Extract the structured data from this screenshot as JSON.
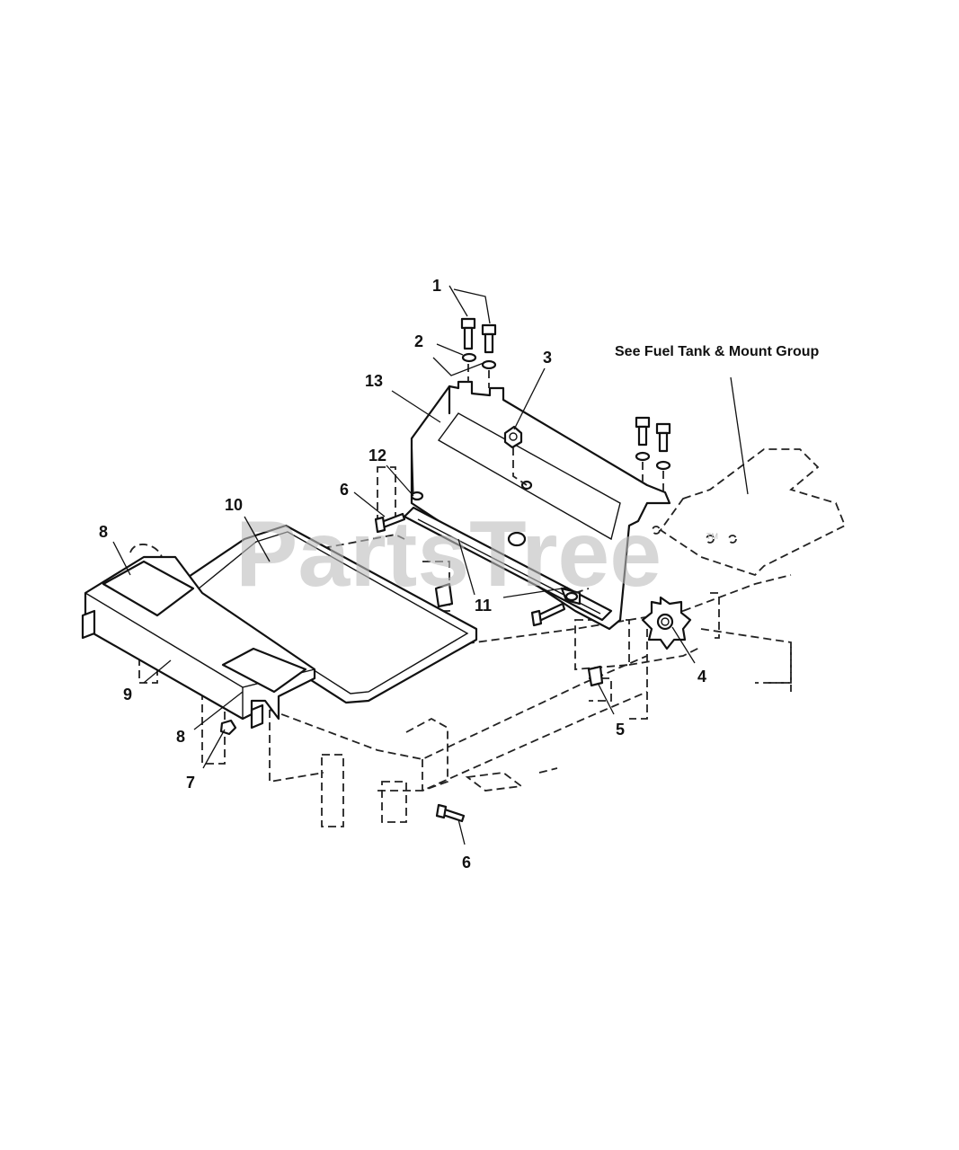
{
  "callouts": {
    "c1": "1",
    "c2": "2",
    "c3": "3",
    "c4": "4",
    "c5": "5",
    "c6a": "6",
    "c6b": "6",
    "c7": "7",
    "c8a": "8",
    "c8b": "8",
    "c9": "9",
    "c10": "10",
    "c11": "11",
    "c12": "12",
    "c13": "13"
  },
  "note": "See Fuel Tank & Mount Group",
  "watermark": {
    "text": "PartsTree",
    "trademark": "TM"
  },
  "colors": {
    "line": "#111111",
    "watermark": "#bdbdbd",
    "background": "#ffffff"
  }
}
